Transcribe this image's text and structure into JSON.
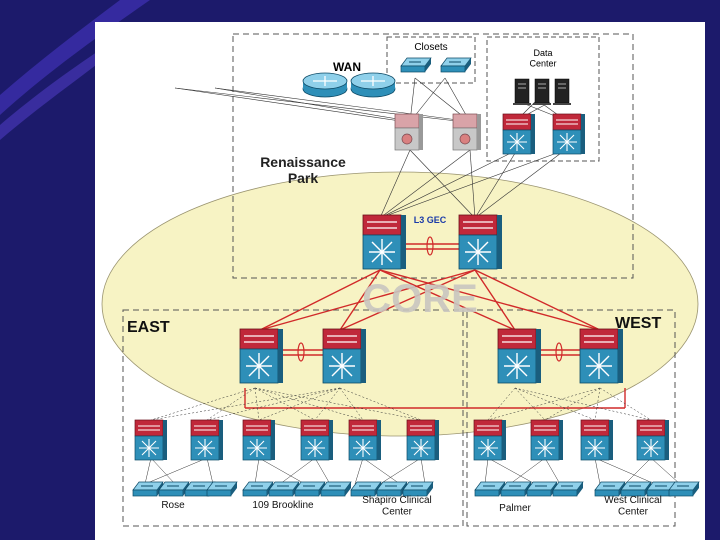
{
  "regions": {
    "wan": "WAN",
    "closets": "Closets",
    "data_center": "Data\nCenter",
    "campus": "Renaissance\nPark",
    "core": "CORE",
    "east": "EAST",
    "west": "WEST"
  },
  "link_label": "L3 GEC",
  "sites": [
    "Rose",
    "109 Brookline",
    "Shapiro Clinical\nCenter",
    "Palmer",
    "West Clinical\nCenter"
  ],
  "colors": {
    "background": "#1c1a6b",
    "core_fill": "#f7f3c4",
    "switch_top": "#c0283a",
    "switch_body": "#2e8fb8",
    "core_link": "#d12a2a"
  }
}
